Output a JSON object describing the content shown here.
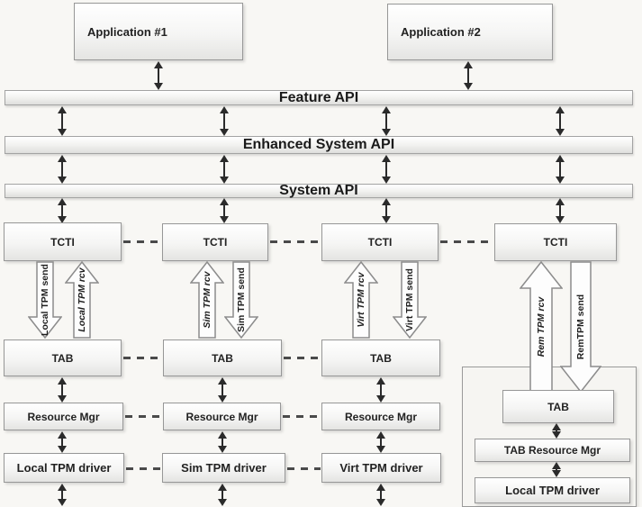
{
  "applications": [
    {
      "label": "Application #1"
    },
    {
      "label": "Application #2"
    }
  ],
  "api_layers": [
    {
      "label": "Feature API"
    },
    {
      "label": "Enhanced System API"
    },
    {
      "label": "System API"
    }
  ],
  "stacks": [
    {
      "tcti": "TCTI",
      "send_arrow": "Local TPM send",
      "rcv_arrow": "Local TPM rcv",
      "tab": "TAB",
      "resource_mgr": "Resource Mgr",
      "driver": "Local TPM driver"
    },
    {
      "tcti": "TCTI",
      "send_arrow": "Sim TPM send",
      "rcv_arrow": "Sim TPM rcv",
      "tab": "TAB",
      "resource_mgr": "Resource Mgr",
      "driver": "Sim TPM driver"
    },
    {
      "tcti": "TCTI",
      "send_arrow": "Virt TPM send",
      "rcv_arrow": "Virt TPM rcv",
      "tab": "TAB",
      "resource_mgr": "Resource Mgr",
      "driver": "Virt TPM driver"
    },
    {
      "tcti": "TCTI",
      "send_arrow": "RemTPM send",
      "rcv_arrow": "Rem TPM rcv"
    }
  ],
  "remote_group": {
    "tab": "TAB",
    "resource_mgr": "TAB Resource Mgr",
    "driver": "Local TPM driver"
  },
  "colors": {
    "background": "#f8f7f4",
    "box_border": "#979797",
    "arrow": "#2b2b2b",
    "dash": "#4a4a4a",
    "text": "#1d1d1d"
  }
}
